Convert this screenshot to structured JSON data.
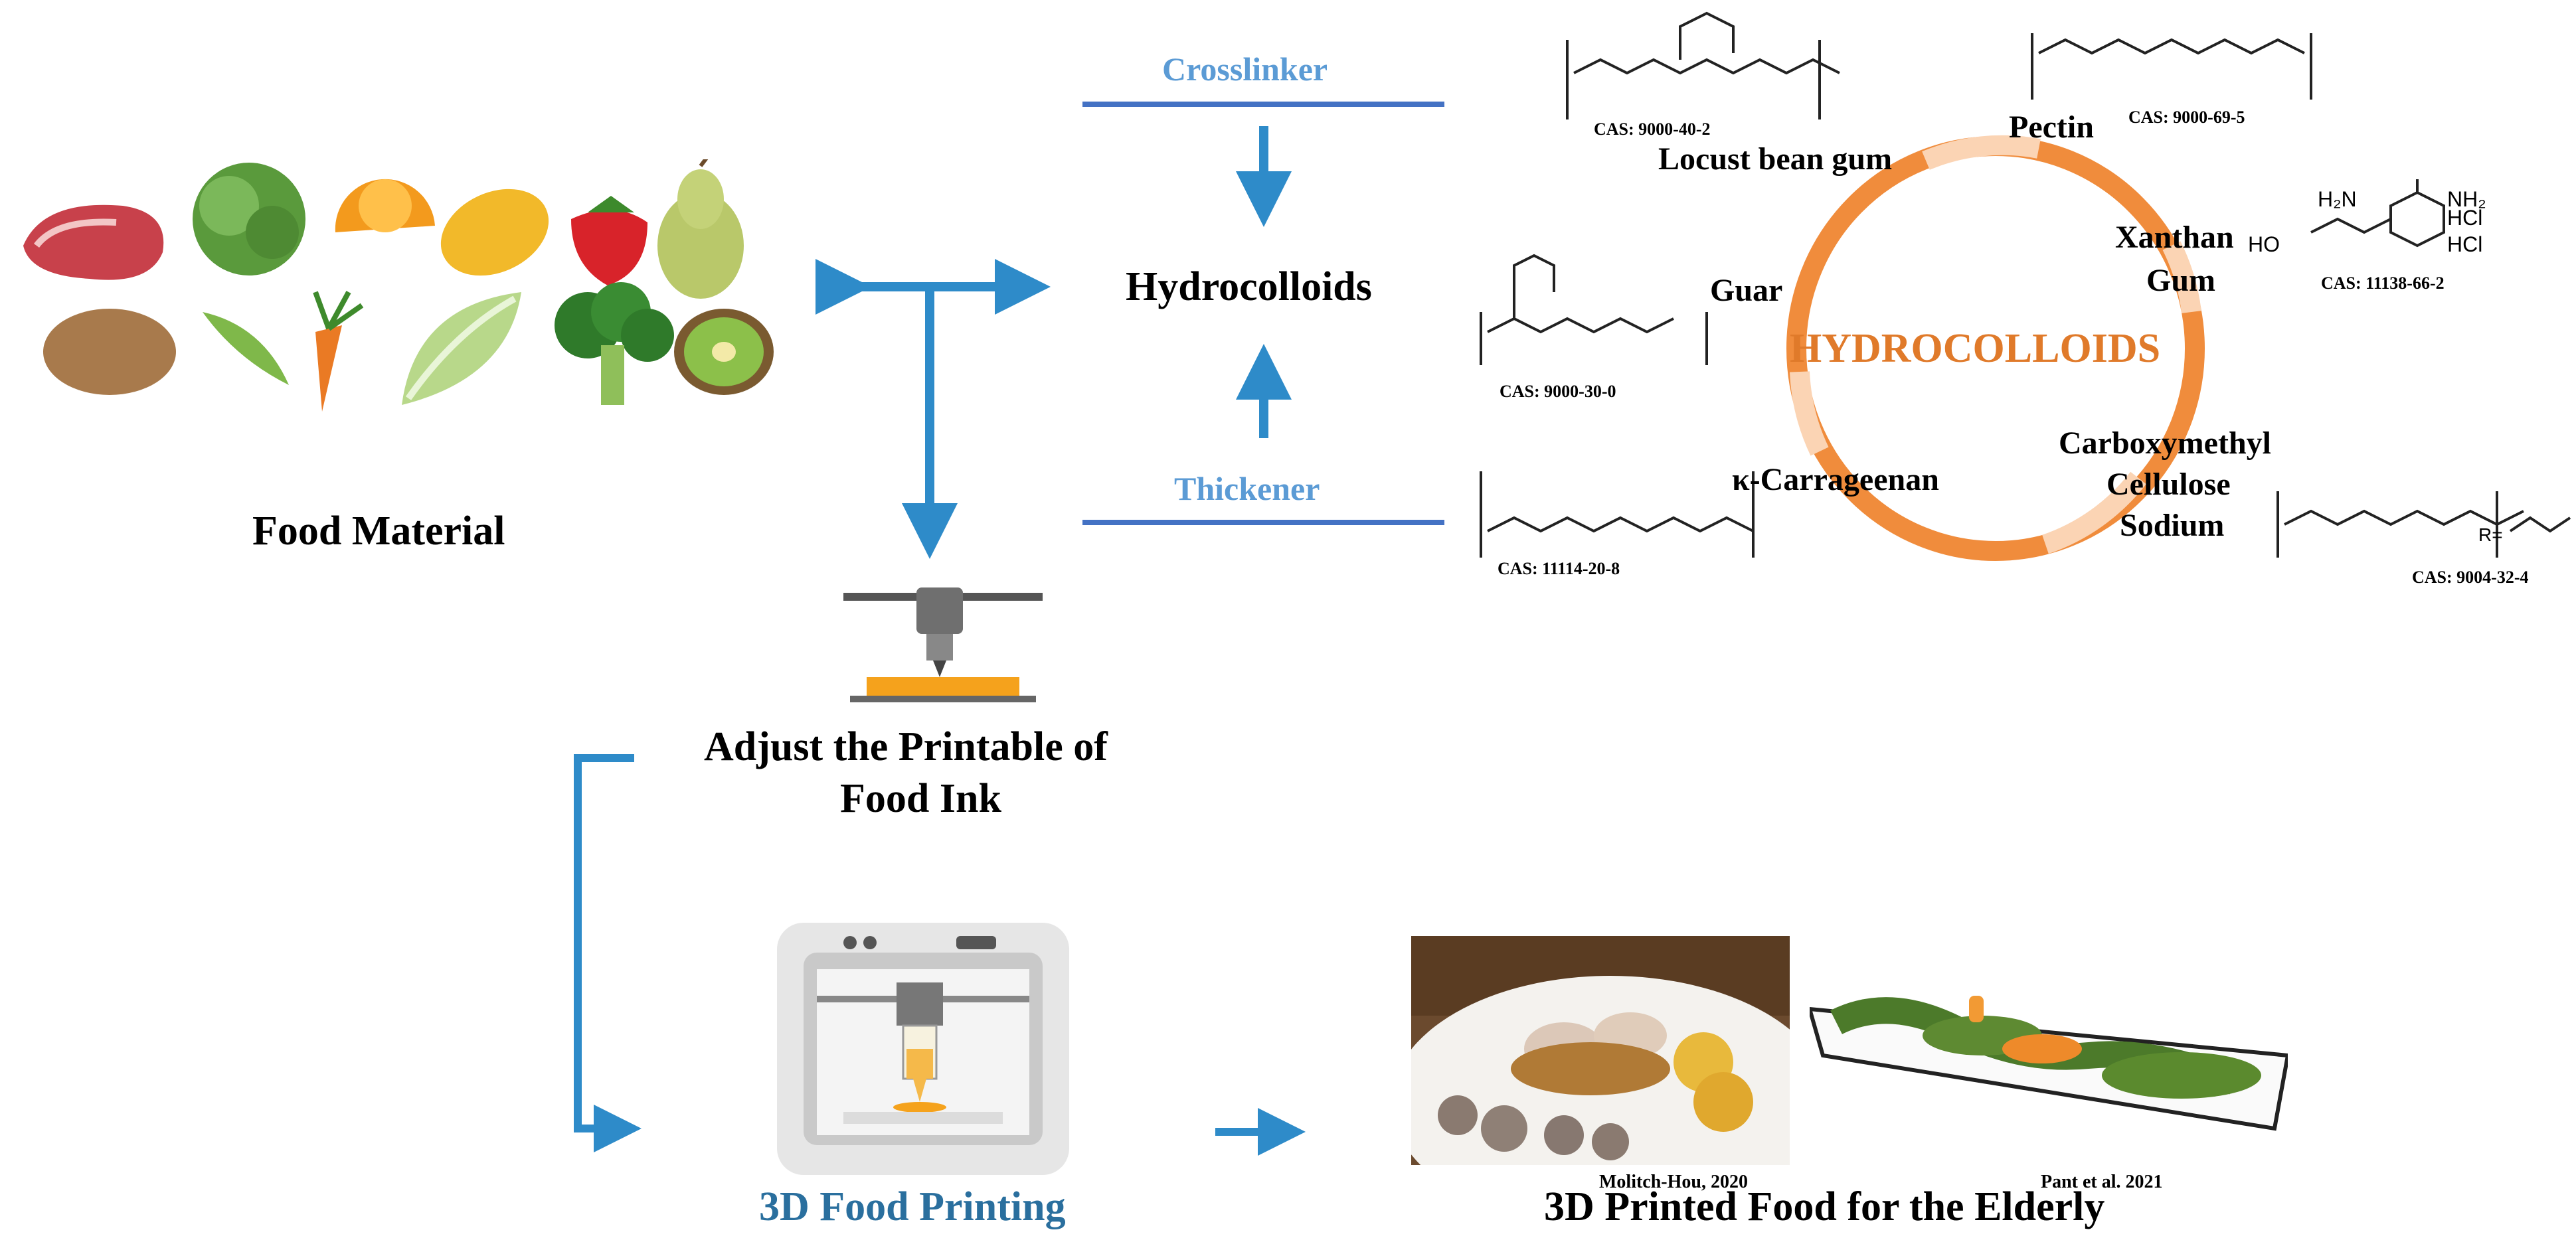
{
  "food_material": {
    "label": "Food Material"
  },
  "center": {
    "crosslinker": "Crosslinker",
    "thickener": "Thickener",
    "hydrocolloids": "Hydrocolloids"
  },
  "ring": {
    "title": "HYDROCOLLOIDS",
    "ring_color": "#f08c3c",
    "ring_light_color": "#fbd4b4",
    "items": [
      {
        "name": "Locust bean gum",
        "cas": "CAS: 9000-40-2"
      },
      {
        "name": "Pectin",
        "cas": "CAS: 9000-69-5"
      },
      {
        "name_line1": "Xanthan",
        "name_line2": "Gum",
        "cas": "CAS: 11138-66-2"
      },
      {
        "name": "Guar",
        "cas": "CAS: 9000-30-0"
      },
      {
        "name": "κ-Carrageenan",
        "cas": "CAS: 11114-20-8"
      },
      {
        "name_line1": "Carboxymethyl",
        "name_line2": "Cellulose",
        "name_line3": "Sodium",
        "cas": "CAS: 9004-32-4"
      }
    ],
    "xanthan_atoms": {
      "nh2_a": "H₂N",
      "nh2_b": "NH₂",
      "hcl_a": "HCl",
      "hcl_b": "HCl",
      "ho": "HO"
    },
    "cmc_r": "R="
  },
  "adjust": {
    "line1": "Adjust the Printable of",
    "line2": "Food Ink"
  },
  "printing": {
    "label": "3D Food Printing"
  },
  "result": {
    "label": "3D Printed Food for the Elderly",
    "citation1": "Molitch-Hou, 2020",
    "citation2": "Pant et al. 2021"
  },
  "colors": {
    "arrow": "#2e8bc9",
    "line": "#4472c4"
  }
}
